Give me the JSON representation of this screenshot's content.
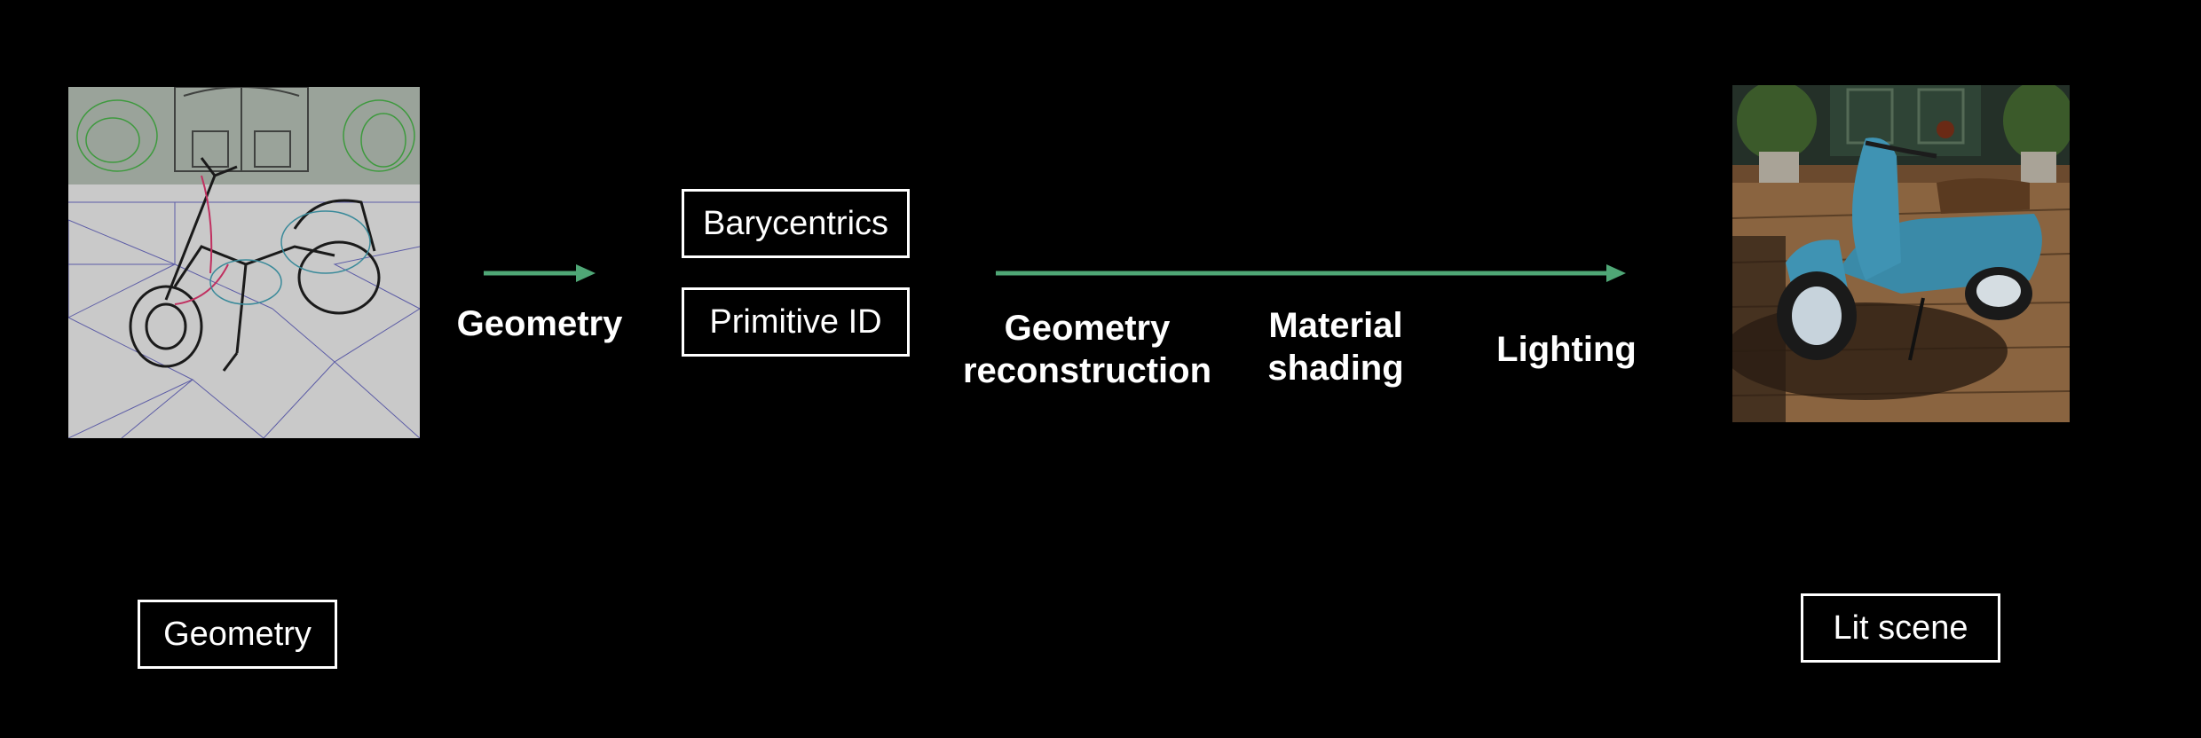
{
  "colors": {
    "background": "#000000",
    "arrow": "#4fa776",
    "text": "#ffffff"
  },
  "images": {
    "geometry_wireframe": {
      "icon": "scooter-wireframe-image"
    },
    "lit_scene": {
      "icon": "scooter-lit-image"
    }
  },
  "labels": {
    "geometry_caption": "Geometry",
    "lit_scene_caption": "Lit scene",
    "geometry_arrow_label": "Geometry",
    "barycentrics": "Barycentrics",
    "primitive_id": "Primitive ID",
    "geometry_reconstruction_line1": "Geometry",
    "geometry_reconstruction_line2": "reconstruction",
    "material_shading_line1": "Material",
    "material_shading_line2": "shading",
    "lighting": "Lighting"
  }
}
